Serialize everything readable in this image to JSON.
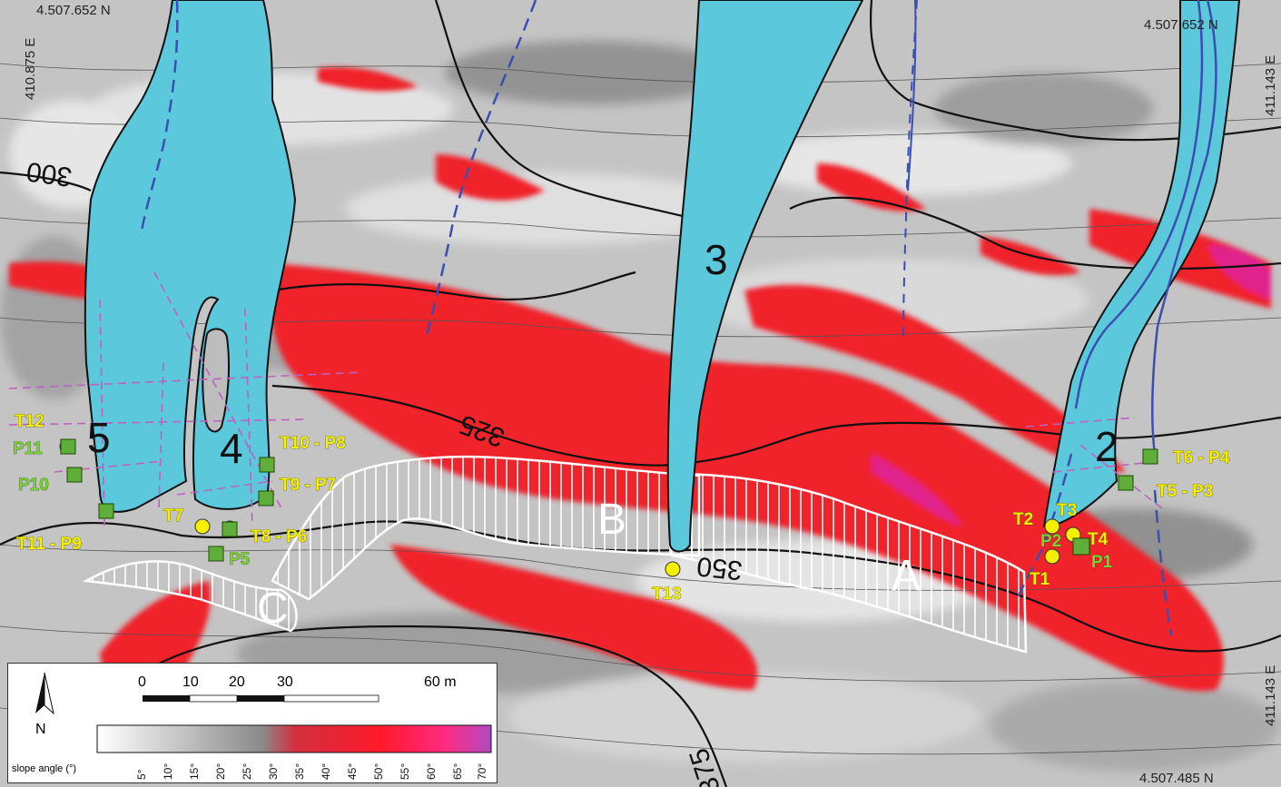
{
  "coords": {
    "top_left_n": "4.507.652 N",
    "top_right_n": "4.507.652 N",
    "bottom_right_n": "4.507.485 N",
    "top_left_e": "410.875 E",
    "top_right_e": "411.143 E",
    "right_mid_e": "411.143 E"
  },
  "contours": {
    "c300": "300",
    "c325": "325",
    "c350": "350",
    "c375": "375"
  },
  "channels": [
    "5",
    "4",
    "3",
    "2"
  ],
  "zones": [
    "A",
    "B",
    "C"
  ],
  "points_yellow": [
    "T12",
    "T10 - P8",
    "T9 - P7",
    "T7",
    "T8 - P6",
    "T11 - P9",
    "T2",
    "T3",
    "T4",
    "T1",
    "T13",
    "T6 - P4",
    "T5 - P3"
  ],
  "points_green": [
    "P11",
    "P10",
    "P5",
    "P2",
    "P1"
  ],
  "legend": {
    "north": "N",
    "scale_labels": [
      "0",
      "10",
      "20",
      "30",
      "60 m"
    ],
    "gradient_title": "slope angle (°)",
    "ticks": [
      "5°",
      "10°",
      "15°",
      "20°",
      "25°",
      "30°",
      "35°",
      "40°",
      "45°",
      "50°",
      "55°",
      "60°",
      "65°",
      "70°"
    ]
  },
  "colors": {
    "channel": "#5bc8dc",
    "steep": "#f0202a",
    "very_steep": "#e0208c",
    "point_yellow": "#f4f000",
    "point_green": "#5fae3a"
  }
}
